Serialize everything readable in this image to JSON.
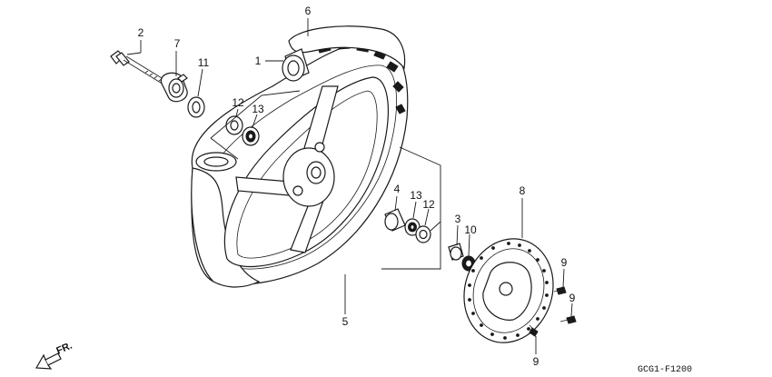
{
  "diagram": {
    "code": "GCG1-F1200",
    "direction_label": "FR.",
    "callouts": {
      "c1": "1",
      "c2": "2",
      "c3": "3",
      "c4": "4",
      "c5": "5",
      "c6": "6",
      "c7": "7",
      "c8": "8",
      "c9a": "9",
      "c9b": "9",
      "c9c": "9",
      "c10": "10",
      "c11": "11",
      "c12a": "12",
      "c12b": "12",
      "c13a": "13",
      "c13b": "13"
    }
  },
  "colors": {
    "line": "#1a1a1a",
    "background": "#ffffff"
  },
  "icons": {
    "direction": "front-arrow-icon"
  }
}
